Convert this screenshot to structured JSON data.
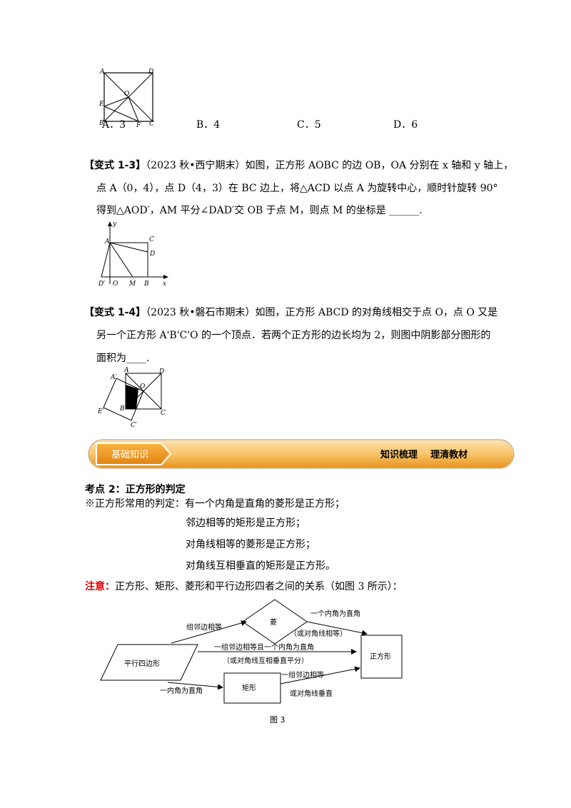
{
  "fig1": {
    "labels": {
      "A": "A",
      "D": "D",
      "O": "O",
      "E": "E",
      "B": "B",
      "F": "F",
      "C": "C"
    }
  },
  "options": [
    {
      "letter": "A．",
      "value": "3"
    },
    {
      "letter": "B．",
      "value": "4"
    },
    {
      "letter": "C．",
      "value": "5"
    },
    {
      "letter": "D．",
      "value": "6"
    }
  ],
  "q13": {
    "tag": "【变式 1-3】",
    "line1": "（2023 秋•西宁期末）如图，正方形 AOBC 的边 OB，OA 分别在 x 轴和 y 轴上，",
    "line2": "点 A（0，4），点 D（4，3）在 BC 边上，将△ACD 以点 A 为旋转中心，顺时针旋转 90°",
    "line3": "得到△AOD′，AM 平分∠DAD′交 OB 于点 M，则点 M 的坐标是 ______."
  },
  "fig2": {
    "labels": {
      "y": "y",
      "A": "A",
      "C": "C",
      "D": "D",
      "Dp": "D′",
      "O": "O",
      "M": "M",
      "B": "B",
      "x": "x"
    }
  },
  "q14": {
    "tag": "【变式 1-4】",
    "line1": "（2023 秋•磐石市期末）如图，正方形 ABCD 的对角线相交于点 O，点 O 又是",
    "line2": "另一个正方形 A'B'C'O 的一个顶点．若两个正方形的边长均为 2，则图中阴影部分图形的",
    "line3": "面积为____."
  },
  "fig3": {
    "labels": {
      "Ap": "A′",
      "A": "A",
      "D": "D",
      "O": "O",
      "Ep": "E′",
      "B": "B",
      "C": "C",
      "Cp": "C′"
    }
  },
  "banner": {
    "left": "基础知识",
    "right": "知识梳理    理清教材",
    "accent": "#f5a020"
  },
  "kaodian": {
    "title": "考点 2：正方形的判定",
    "intro": "※正方形常用的判定：有一个内角是直角的菱形是正方形；",
    "rules": [
      "邻边相等的矩形是正方形；",
      "对角线相等的菱形是正方形；",
      "对角线互相垂直的矩形是正方形。"
    ],
    "note_label": "注意：",
    "note_text": "正方形、矩形、菱形和平行边形四者之间的关系（如图 3 所示）："
  },
  "diagram": {
    "parallelogram": "平行四边形",
    "rhombus": "菱",
    "rectangle": "矩形",
    "square": "正方形",
    "e1": "组邻边相等",
    "e2": "一个内角为直角",
    "e2b": "（或对角线相等）",
    "e3": "一组邻边相等且一个内角为直角",
    "e3b": "（或对角线互相垂直平分）",
    "e4": "一内角为直角",
    "e5": "一组邻边相等",
    "e5b": "或对角线垂直",
    "caption": "图 3"
  }
}
